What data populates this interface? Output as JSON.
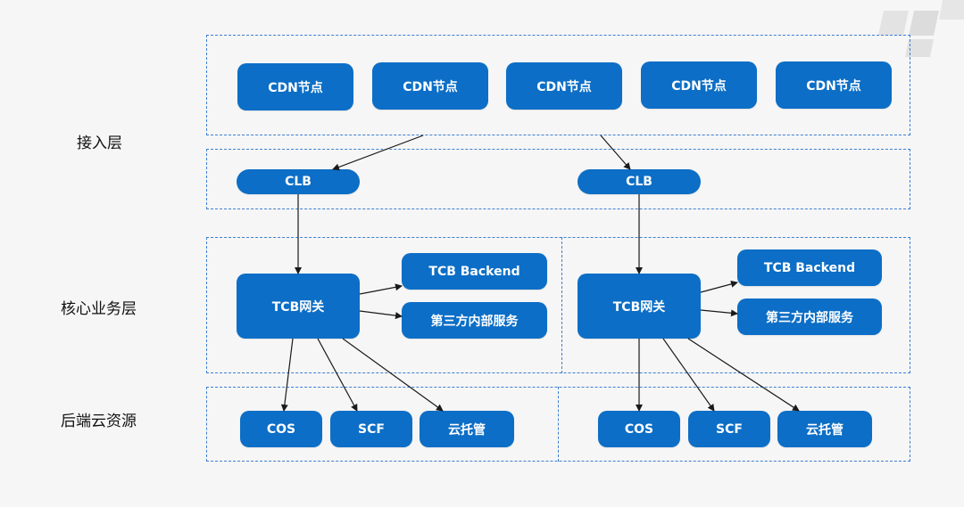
{
  "layers": {
    "access": "接入层",
    "core": "核心业务层",
    "backend": "后端云资源"
  },
  "access_layer": {
    "cdn_nodes": [
      "CDN节点",
      "CDN节点",
      "CDN节点",
      "CDN节点",
      "CDN节点"
    ],
    "load_balancers": [
      "CLB",
      "CLB"
    ]
  },
  "core_layer": {
    "left": {
      "gateway": "TCB网关",
      "tcb_backend": "TCB Backend",
      "third_party": "第三方内部服务"
    },
    "right": {
      "gateway": "TCB网关",
      "tcb_backend": "TCB Backend",
      "third_party": "第三方内部服务"
    }
  },
  "backend_layer": {
    "left": [
      "COS",
      "SCF",
      "云托管"
    ],
    "right": [
      "COS",
      "SCF",
      "云托管"
    ]
  },
  "colors": {
    "node_fill": "#0c6ec6",
    "zone_border": "#3d7fd0",
    "arrow": "#1a1a1a",
    "background": "#f6f6f6"
  },
  "icons": {
    "corner_logo": "corner-logo-mark"
  }
}
